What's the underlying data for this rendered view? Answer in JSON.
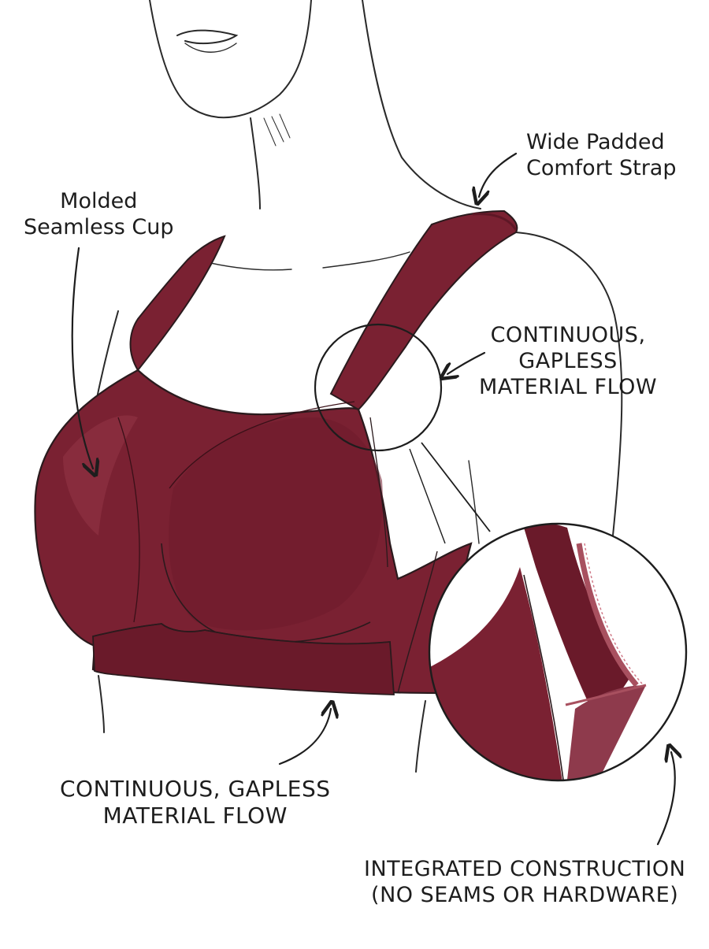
{
  "colors": {
    "fabric": "#7a2132",
    "fabric_dark": "#5e1726",
    "fabric_light": "#8e3242",
    "lining": "#a8505f",
    "ink": "#1d1d1d"
  },
  "callouts": {
    "strap": {
      "line1": "Wide Padded",
      "line2": "Comfort Strap"
    },
    "cup": {
      "line1": "Molded",
      "line2": "Seamless Cup"
    },
    "flow_side": {
      "line1": "CONTINUOUS,",
      "line2": "GAPLESS",
      "line3": "MATERIAL FLOW"
    },
    "flow_bottom": {
      "line1": "CONTINUOUS, GAPLESS",
      "line2": "MATERIAL FLOW"
    },
    "integrated": {
      "line1": "INTEGRATED CONSTRUCTION",
      "line2": "(NO SEAMS OR HARDWARE)"
    }
  }
}
